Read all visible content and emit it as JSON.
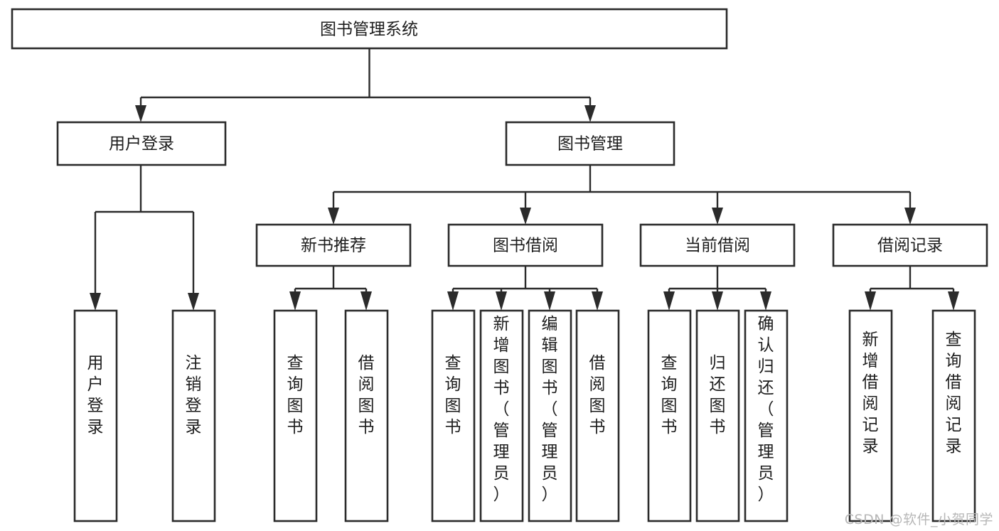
{
  "diagram": {
    "type": "tree-hierarchy",
    "title": "图书管理系统",
    "watermark": "CSDN @软件_小贺同学",
    "colors": {
      "box_stroke": "#2b2b2b",
      "box_fill": "#ffffff",
      "connector": "#2b2b2b",
      "label_text": "#1d1d1d",
      "background": "#ffffff",
      "watermark": "#b7b7b7"
    },
    "levels": {
      "root": {
        "label": "图书管理系统",
        "orientation": "horizontal"
      },
      "level2": [
        {
          "label": "用户登录",
          "orientation": "horizontal"
        },
        {
          "label": "图书管理",
          "orientation": "horizontal"
        }
      ],
      "level3": [
        {
          "label": "新书推荐",
          "orientation": "horizontal",
          "parent": "图书管理"
        },
        {
          "label": "图书借阅",
          "orientation": "horizontal",
          "parent": "图书管理"
        },
        {
          "label": "当前借阅",
          "orientation": "horizontal",
          "parent": "图书管理"
        },
        {
          "label": "借阅记录",
          "orientation": "horizontal",
          "parent": "图书管理"
        }
      ],
      "leaves": [
        {
          "label": "用户登录",
          "orientation": "vertical",
          "parent": "用户登录",
          "group": "user-login"
        },
        {
          "label": "注销登录",
          "orientation": "vertical",
          "parent": "用户登录",
          "group": "user-login"
        },
        {
          "label": "查询图书",
          "orientation": "vertical",
          "parent": "新书推荐",
          "group": "new-book"
        },
        {
          "label": "借阅图书",
          "orientation": "vertical",
          "parent": "新书推荐",
          "group": "new-book"
        },
        {
          "label": "查询图书",
          "orientation": "vertical",
          "parent": "图书借阅",
          "group": "book-borrow"
        },
        {
          "label": "新增图书（管理员）",
          "orientation": "vertical",
          "parent": "图书借阅",
          "group": "book-borrow"
        },
        {
          "label": "编辑图书（管理员）",
          "orientation": "vertical",
          "parent": "图书借阅",
          "group": "book-borrow"
        },
        {
          "label": "借阅图书",
          "orientation": "vertical",
          "parent": "图书借阅",
          "group": "book-borrow"
        },
        {
          "label": "查询图书",
          "orientation": "vertical",
          "parent": "当前借阅",
          "group": "current-borrow"
        },
        {
          "label": "归还图书",
          "orientation": "vertical",
          "parent": "当前借阅",
          "group": "current-borrow"
        },
        {
          "label": "确认归还（管理员）",
          "orientation": "vertical",
          "parent": "当前借阅",
          "group": "current-borrow"
        },
        {
          "label": "新增借阅记录",
          "orientation": "vertical",
          "parent": "借阅记录",
          "group": "borrow-record"
        },
        {
          "label": "查询借阅记录",
          "orientation": "vertical",
          "parent": "借阅记录",
          "group": "borrow-record"
        }
      ]
    }
  }
}
